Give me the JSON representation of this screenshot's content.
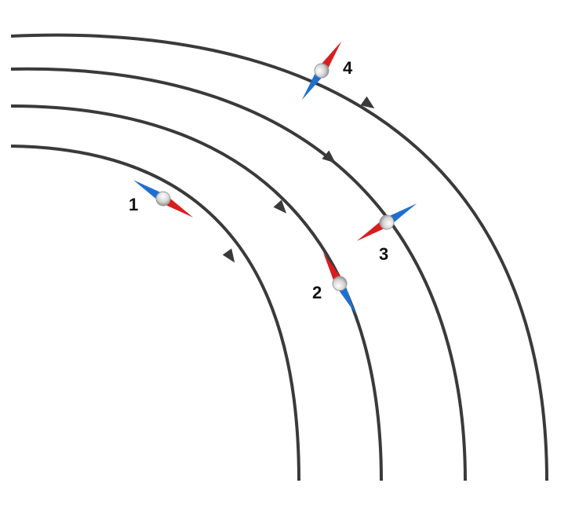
{
  "diagram": {
    "colors": {
      "line": "#3a3a3a",
      "north": "#d81e1e",
      "south": "#1f6fd0",
      "pivot": "#c9c9c9",
      "label": "#111111"
    },
    "field_lines": 4,
    "compasses": [
      {
        "label": "1",
        "north_pointing": "lower-right",
        "south_pointing": "upper-left"
      },
      {
        "label": "2",
        "north_pointing": "up",
        "south_pointing": "down"
      },
      {
        "label": "3",
        "north_pointing": "lower-left",
        "south_pointing": "upper-right"
      },
      {
        "label": "4",
        "north_pointing": "upper-right",
        "south_pointing": "lower-left"
      }
    ]
  }
}
